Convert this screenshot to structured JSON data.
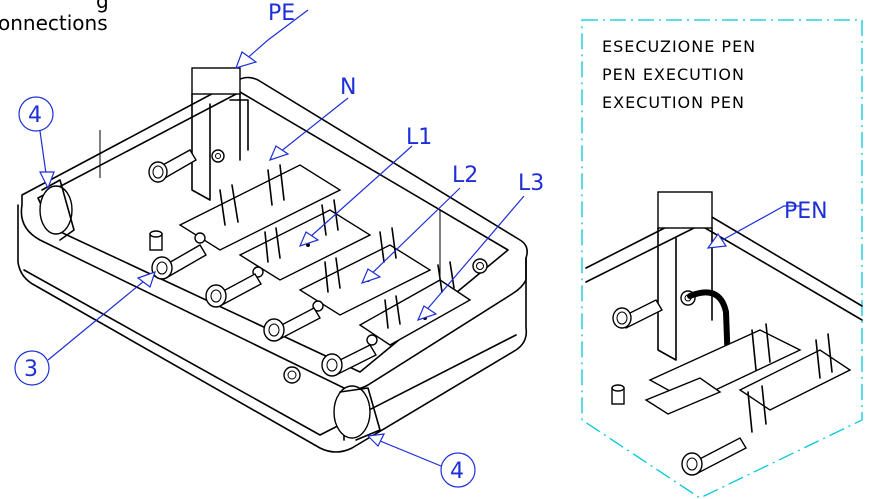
{
  "caption": {
    "line1": "g",
    "line2": "onnections"
  },
  "labels": {
    "pe": "PE",
    "n": "N",
    "l1": "L1",
    "l2": "L2",
    "l3": "L3",
    "pen": "PEN",
    "callout_4_left": "4",
    "callout_3": "3",
    "callout_4_bottom": "4"
  },
  "inset": {
    "line1": "ESECUZIONE PEN",
    "line2": "PEN EXECUTION",
    "line3": "EXECUTION PEN"
  },
  "colors": {
    "leader": "#1d2fd6",
    "inset_border": "#00c8d8",
    "drawing": "#000000"
  }
}
